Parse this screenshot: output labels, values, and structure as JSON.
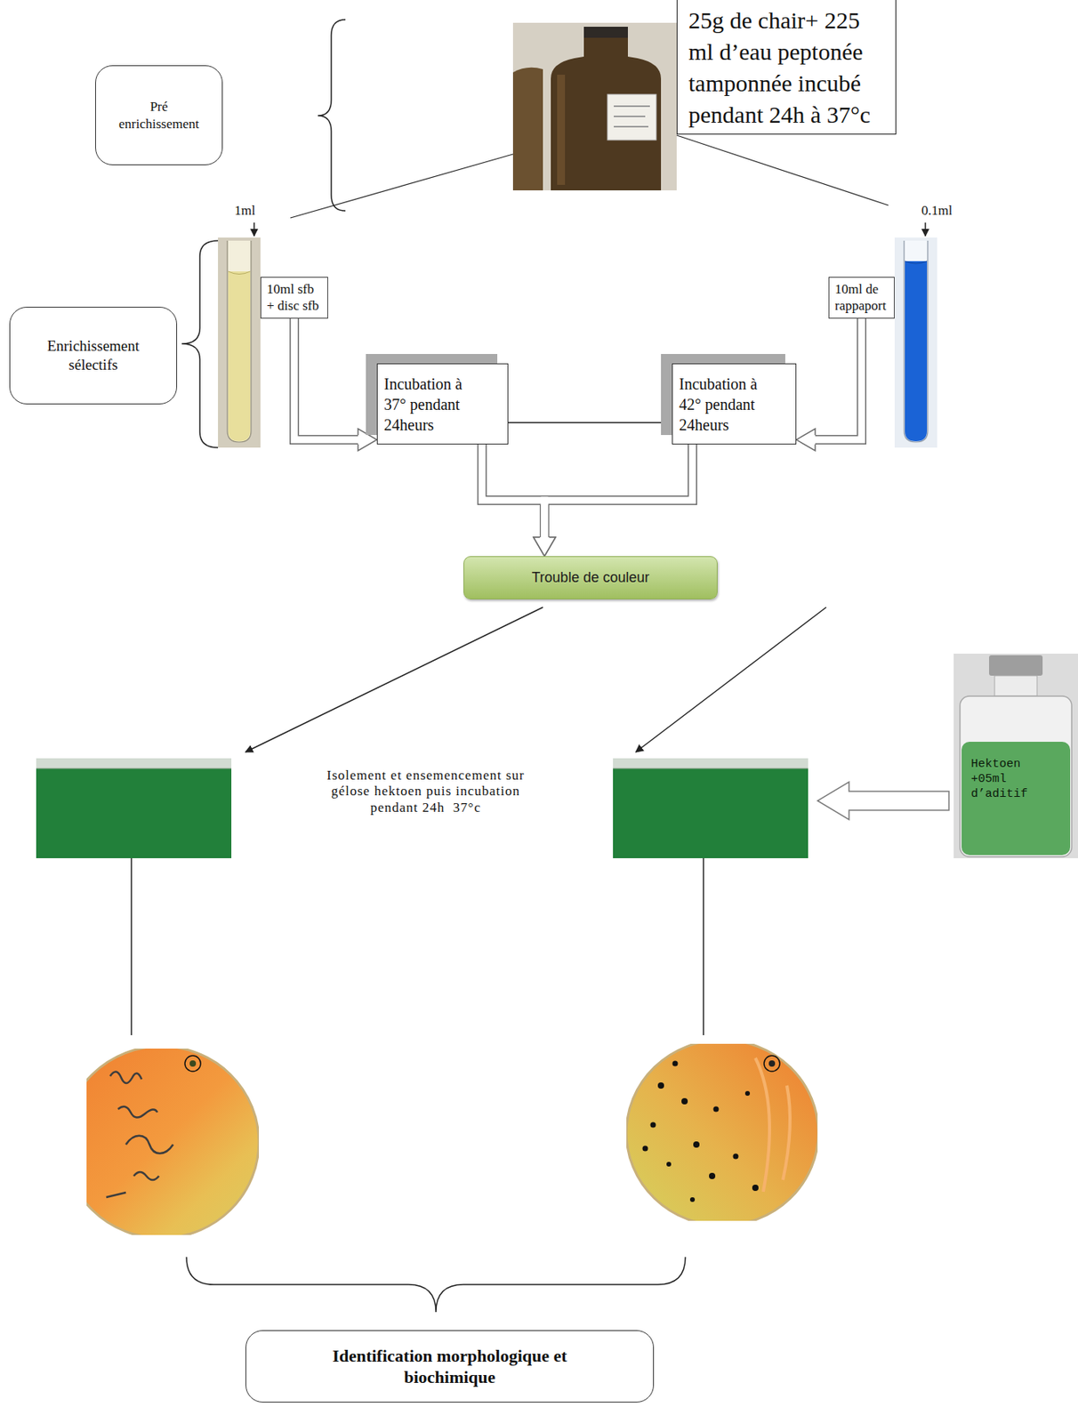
{
  "diagram": {
    "nodes": [
      {
        "text": [
          "Pré enrichissement"
        ]
      },
      {
        "text": [
          "25g de chair+ 225 ml d’eau peptonée tamponnée incubé pendant 24h à 37°c"
        ]
      },
      {
        "text": [
          "Enrichissement sélectifs"
        ]
      },
      {
        "text": [
          "10ml sfb + disc sfb"
        ]
      },
      {
        "text": [
          "10ml de rappaport"
        ]
      },
      {
        "text": [
          "Incubation à 37° pendant 24heurs"
        ]
      },
      {
        "text": [
          "Incubation à 42° pendant 24heurs"
        ]
      },
      {
        "text": [
          "Trouble de couleur"
        ]
      },
      {
        "text": [
          "Hektoen +05ml d’aditif"
        ]
      },
      {
        "text": [
          "Identification morphologique et biochimique"
        ]
      }
    ],
    "edges": [
      {
        "from": 3,
        "to": 5,
        "arrow": "to"
      },
      {
        "from": 4,
        "to": 6,
        "arrow": "to"
      },
      {
        "from": 5,
        "to": 6,
        "arrow": "none"
      },
      {
        "from": 5,
        "to": 7,
        "arrow": "to"
      },
      {
        "from": 6,
        "to": 7,
        "arrow": "to"
      }
    ],
    "labels": [
      "1ml",
      "0.1ml",
      "Isolement et ensemencement sur gélose hektoen puis incubation pendant 24h  37°c"
    ]
  }
}
